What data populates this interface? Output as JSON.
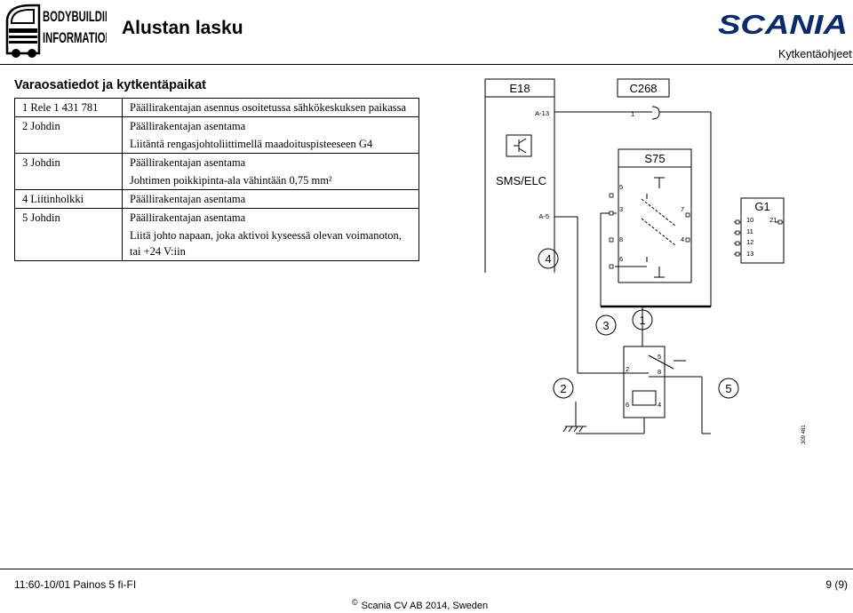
{
  "header": {
    "logo_line1": "BODYBUILDING",
    "logo_line2": "INFORMATION",
    "title": "Alustan lasku",
    "brand": "SCANIA",
    "section": "Kytkentäohjeet"
  },
  "parts": {
    "heading": "Varaosatiedot ja kytkentäpaikat",
    "rows": [
      {
        "item": "1 Rele 1 431 781",
        "text": "Päällirakentajan asennus osoitetussa sähkökeskuksen paikassa"
      },
      {
        "item": "2 Johdin",
        "text": "Päällirakentajan asentama"
      },
      {
        "item": "",
        "text": "Liitäntä rengasjohtoliittimellä maadoituspisteeseen G4"
      },
      {
        "item": "3 Johdin",
        "text": "Päällirakentajan asentama"
      },
      {
        "item": "",
        "text": "Johtimen poikkipinta-ala vähintään 0,75 mm²"
      },
      {
        "item": "4 Liitinholkki",
        "text": "Päällirakentajan asentama"
      },
      {
        "item": "5 Johdin",
        "text": "Päällirakentajan asentama"
      },
      {
        "item": "",
        "text": "Liitä johto napaan, joka aktivoi kyseessä olevan voimanoton, tai +24 V:iin"
      }
    ]
  },
  "diagram": {
    "e18": {
      "label": "E18",
      "module": "SMS/ELC",
      "pin_a13": "A-13",
      "pin_a5": "A-5"
    },
    "c268": {
      "label": "C268",
      "pin": "1"
    },
    "s75": {
      "label": "S75",
      "pins": [
        "5",
        "3",
        "7",
        "8",
        "4",
        "6"
      ]
    },
    "g1": {
      "label": "G1",
      "pins": [
        "10",
        "21",
        "11",
        "12",
        "13"
      ]
    },
    "relay": {
      "pins": [
        "5",
        "2",
        "8",
        "6",
        "4"
      ]
    },
    "callouts": [
      "4",
      "3",
      "1",
      "2",
      "5"
    ],
    "figure_number": "309 481"
  },
  "footer": {
    "left": "11:60-10/01 Painos 5 fi-FI",
    "right": "9 (9)",
    "copyright_symbol": "©",
    "copyright": "Scania CV AB 2014, Sweden"
  }
}
